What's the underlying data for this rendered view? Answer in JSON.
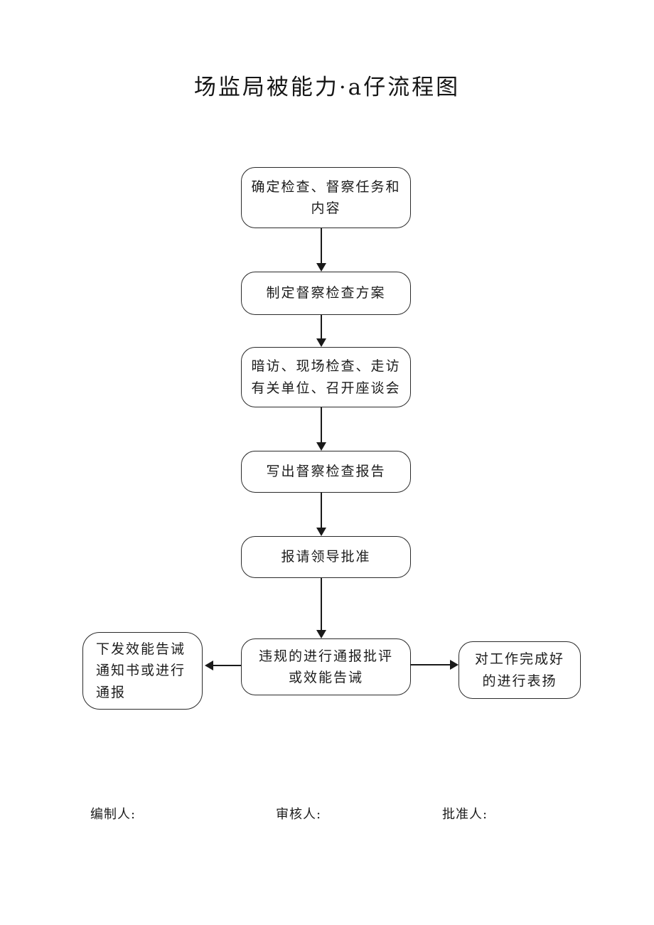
{
  "title": "场监局被能力·a仔流程图",
  "flowchart": {
    "nodes": [
      {
        "id": "determine-tasks",
        "lines": [
          "确定检查、督察任务和",
          "内容"
        ]
      },
      {
        "id": "formulate-plan",
        "lines": [
          "制定督察检查方案"
        ]
      },
      {
        "id": "inspect-and-visit",
        "lines": [
          "暗访、现场检查、走访",
          "有关单位、召开座谈会"
        ]
      },
      {
        "id": "write-report",
        "lines": [
          "写出督察检查报告"
        ]
      },
      {
        "id": "leader-approval",
        "lines": [
          "报请领导批准"
        ]
      },
      {
        "id": "violation-handling",
        "lines": [
          "违规的进行通报批评",
          "或效能告诫"
        ]
      },
      {
        "id": "issue-notice",
        "lines": [
          "下发效能告诫",
          "通知书或进行",
          "通报"
        ]
      },
      {
        "id": "praise-good-work",
        "lines": [
          "对工作完成好",
          "的进行表扬"
        ]
      }
    ]
  },
  "footer": {
    "preparer_label": "编制人:",
    "reviewer_label": "审核人:",
    "approver_label": "批准人:"
  },
  "colors": {
    "ink": "#1a1a1a",
    "page_background": "#ffffff"
  }
}
